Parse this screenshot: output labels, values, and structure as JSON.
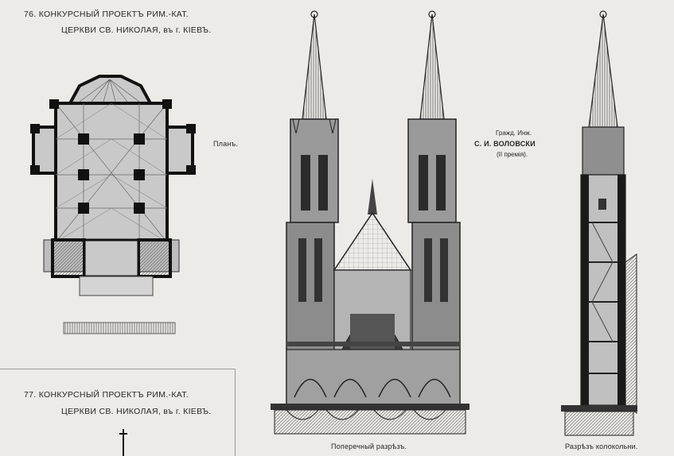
{
  "project_76": {
    "title_line1": "76. КОНКУРСНЫЙ ПРОЕКТЪ РИМ.-КАТ.",
    "title_line2": "ЦЕРКВИ СВ. НИКОЛАЯ, въ г. КІЕВЪ."
  },
  "plan_label": "Планъ.",
  "architect": {
    "line1": "Гражд. Инж.",
    "line2": "С. И. ВОЛОВСКИ",
    "line3": "(II премія)."
  },
  "cross_section_label": "Поперечный разрѣзъ.",
  "tower_section_label": "Разрѣзъ колокольни.",
  "project_77": {
    "title_line1": "77. КОНКУРСНЫЙ ПРОЕКТЪ РИМ.-КАТ.",
    "title_line2": "ЦЕРКВИ СВ. НИКОЛАЯ, въ г. КІЕВЪ."
  }
}
